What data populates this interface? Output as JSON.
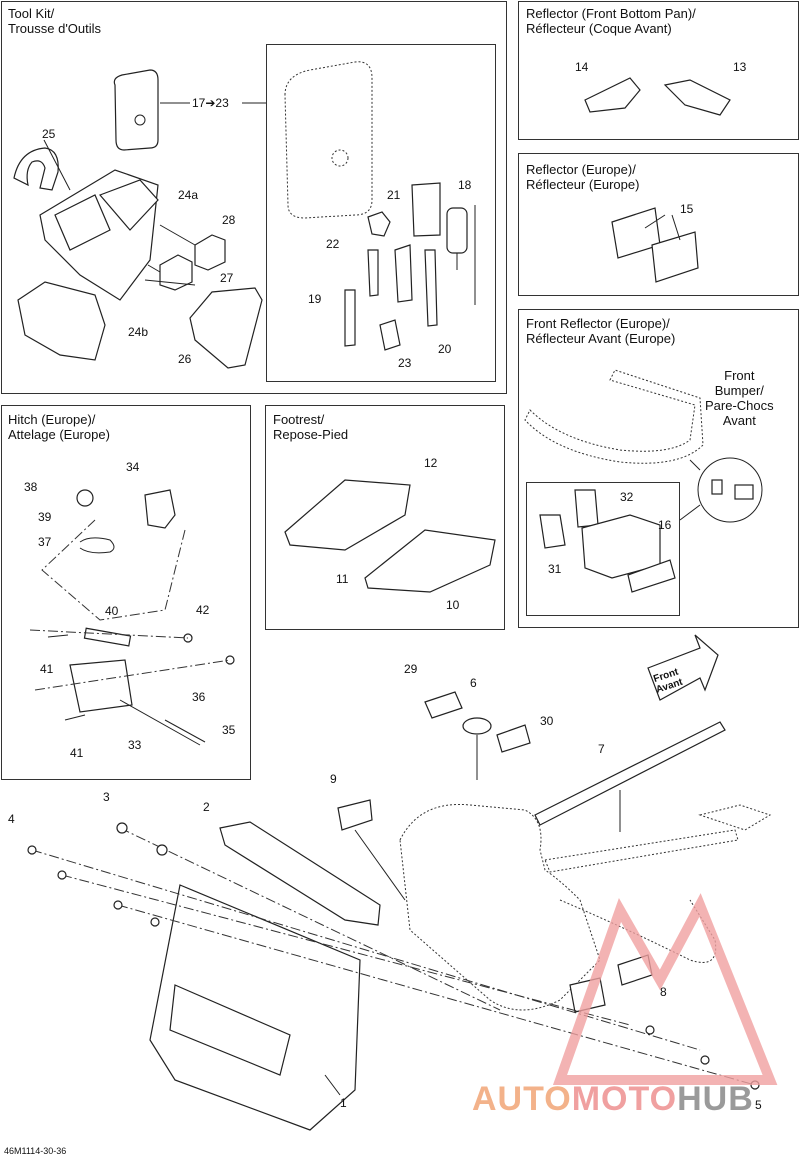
{
  "panels": {
    "tool_kit": {
      "title": "Tool Kit/\nTrousse d'Outils"
    },
    "reflector_front_bottom": {
      "title": "Reflector (Front Bottom Pan)/\nRéflecteur (Coque Avant)"
    },
    "reflector_europe": {
      "title": "Reflector (Europe)/\nRéflecteur (Europe)"
    },
    "front_reflector_europe": {
      "title": "Front Reflector (Europe)/\nRéflecteur Avant (Europe)",
      "bumper_label": "Front\nBumper/\nPare-Chocs\nAvant"
    },
    "hitch_europe": {
      "title": "Hitch (Europe)/\nAttelage (Europe)"
    },
    "footrest": {
      "title": "Footrest/\nRepose-Pied"
    }
  },
  "labels": {
    "n25": "25",
    "n24a": "24a",
    "n28": "28",
    "n27": "27",
    "n24b": "24b",
    "n26": "26",
    "n17_23": "17➔23",
    "n21": "21",
    "n18": "18",
    "n22": "22",
    "n19": "19",
    "n20": "20",
    "n23": "23",
    "n14": "14",
    "n13": "13",
    "n15": "15",
    "n32": "32",
    "n16": "16",
    "n31": "31",
    "n34": "34",
    "n38": "38",
    "n39": "39",
    "n37": "37",
    "n40": "40",
    "n42": "42",
    "n41a": "41",
    "n36": "36",
    "n33": "33",
    "n35": "35",
    "n41b": "41",
    "n12": "12",
    "n11": "11",
    "n10": "10",
    "n29": "29",
    "n6": "6",
    "n30": "30",
    "n7": "7",
    "n9": "9",
    "n3": "3",
    "n2": "2",
    "n4": "4",
    "n8": "8",
    "n5": "5",
    "n1": "1"
  },
  "direction_label": "Front\nAvant",
  "drawing_code": "46M1114-30-36",
  "watermark": {
    "part1": "AUTO",
    "part2": "MOTO",
    "part3": "HUB"
  }
}
